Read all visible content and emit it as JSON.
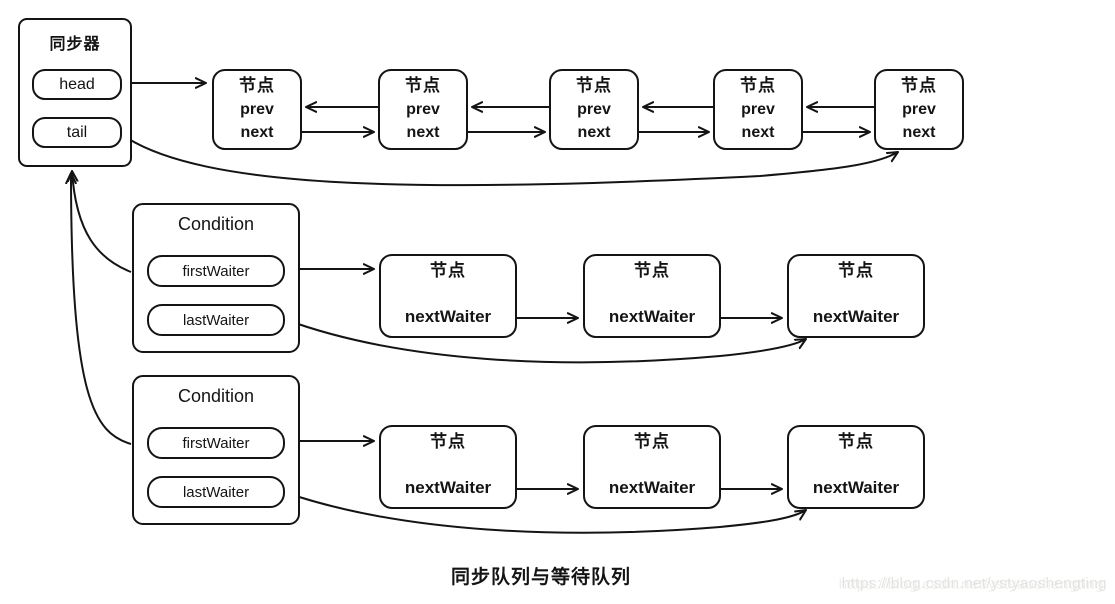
{
  "colors": {
    "line": "#141414",
    "background": "#ffffff",
    "watermark_text": "#e3e3e1"
  },
  "synchronizer": {
    "title": "同步器",
    "head_label": "head",
    "tail_label": "tail"
  },
  "sync_queue_node": {
    "title": "节点",
    "prev_label": "prev",
    "next_label": "next"
  },
  "condition": {
    "title": "Condition",
    "first_label": "firstWaiter",
    "last_label": "lastWaiter"
  },
  "wait_queue_node": {
    "title": "节点",
    "field_label": "nextWaiter"
  },
  "caption": "同步队列与等待队列",
  "watermark": "https://blog.csdn.net/ystyaoshengting"
}
